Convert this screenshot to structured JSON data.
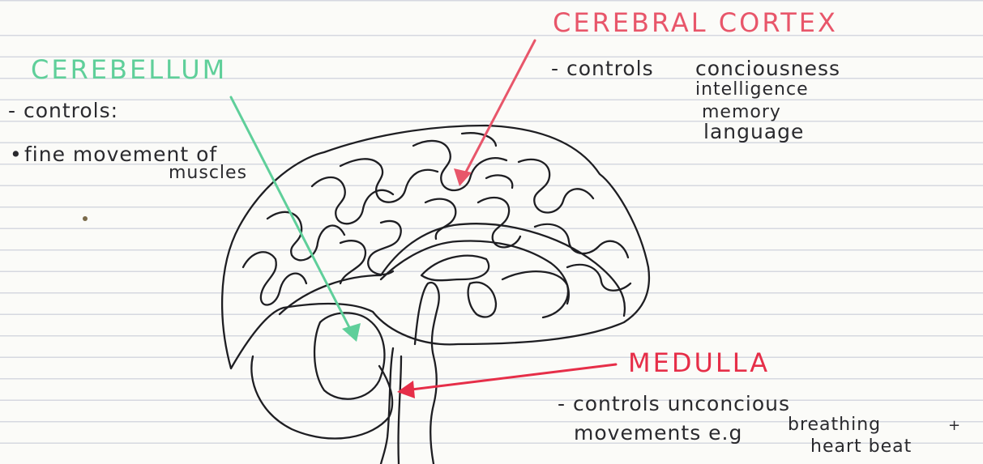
{
  "cerebellum": {
    "title": "CEREBELLUM",
    "controls": "- controls:",
    "bullet": "•",
    "item_line1": "fine movement of",
    "item_line2": "muscles"
  },
  "cerebral_cortex": {
    "title": "CEREBRAL CORTEX",
    "controls": "- controls",
    "items": [
      "conciousness",
      "intelligence",
      "memory",
      "language"
    ]
  },
  "medulla": {
    "title": "MEDULLA",
    "line1": "- controls unconcious",
    "line2": "movements e.g",
    "item1": "breathing",
    "plus": "+",
    "item2": "heart beat"
  },
  "colors": {
    "cerebellum": "#5fcf9a",
    "cortex": "#e8566a",
    "medulla": "#e62e48",
    "ink": "#2a2a2e"
  }
}
